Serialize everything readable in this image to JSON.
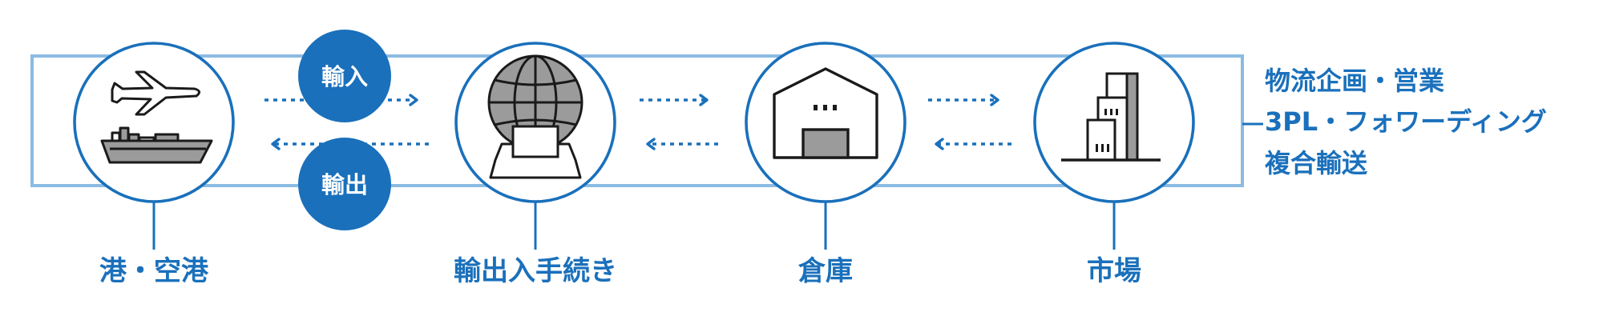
{
  "diagram": {
    "stations": [
      {
        "label": "港・空港",
        "icon": "plane-and-ship-icon"
      },
      {
        "label": "輸出入手続き",
        "icon": "globe-customs-icon"
      },
      {
        "label": "倉庫",
        "icon": "warehouse-icon"
      },
      {
        "label": "市場",
        "icon": "market-buildings-icon"
      }
    ],
    "badges": {
      "import": "輸入",
      "export": "輸出"
    },
    "services": [
      "物流企画・営業",
      "3PL・フォワーディング",
      "複合輸送"
    ],
    "colors": {
      "accent": "#1a70bb",
      "frame": "#8bbbe2",
      "icon_gray": "#9b9b9b",
      "icon_dark": "#1a1a1a"
    }
  }
}
